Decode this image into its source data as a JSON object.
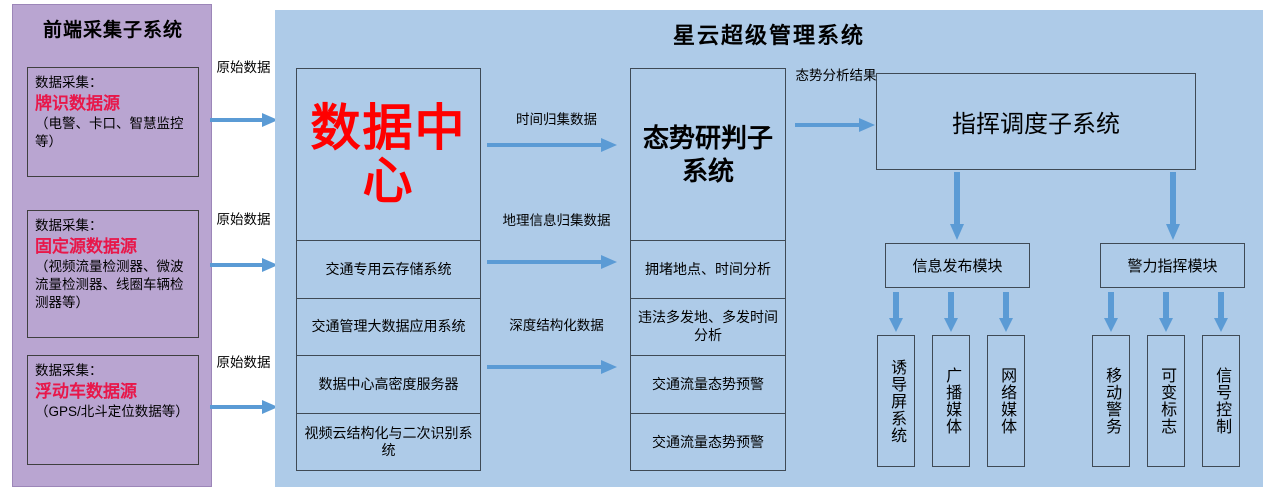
{
  "colors": {
    "left_panel_bg": "#b9a5d1",
    "blue_region_bg": "#aecbe8",
    "box_border": "#3f4a55",
    "arrow": "#5b9bd5",
    "accent_red": "#ff0000",
    "source_name_red": "#e8174a"
  },
  "left_panel": {
    "title": "前端采集子系统",
    "sources": [
      {
        "label": "数据采集：",
        "name": "牌识数据源",
        "note": "（电警、卡口、智慧监控等）"
      },
      {
        "label": "数据采集：",
        "name": "固定源数据源",
        "note": "（视频流量检测器、微波流量检测器、线圈车辆检测器等）"
      },
      {
        "label": "数据采集：",
        "name": "浮动车数据源",
        "note": "（GPS/北斗定位数据等）"
      }
    ]
  },
  "raw_data_arrows": [
    {
      "label": "原始数据"
    },
    {
      "label": "原始数据"
    },
    {
      "label": "原始数据"
    }
  ],
  "main": {
    "title": "星云超级管理系统"
  },
  "data_center": {
    "heading": "数据中心",
    "rows": [
      "交通专用云存储系统",
      "交通管理大数据应用系统",
      "数据中心高密度服务器",
      "视频云结构化与二次识别系统"
    ]
  },
  "center_arrows": [
    {
      "label": "时间归集数据"
    },
    {
      "label": "地理信息归集数据"
    },
    {
      "label": "深度结构化数据"
    }
  ],
  "situation": {
    "heading": "态势研判子系统",
    "rows": [
      "拥堵地点、时间分析",
      "违法多发地、多发时间分析",
      "交通流量态势预警",
      "交通流量态势预警"
    ]
  },
  "situation_to_command_arrow": {
    "label": "态势分析结果"
  },
  "command": {
    "title": "指挥调度子系统",
    "modules": [
      {
        "name": "信息发布模块",
        "leaves": [
          "诱导屏系统",
          "广播媒体",
          "网络媒体"
        ]
      },
      {
        "name": "警力指挥模块",
        "leaves": [
          "移动警务",
          "可变标志",
          "信号控制"
        ]
      }
    ]
  }
}
